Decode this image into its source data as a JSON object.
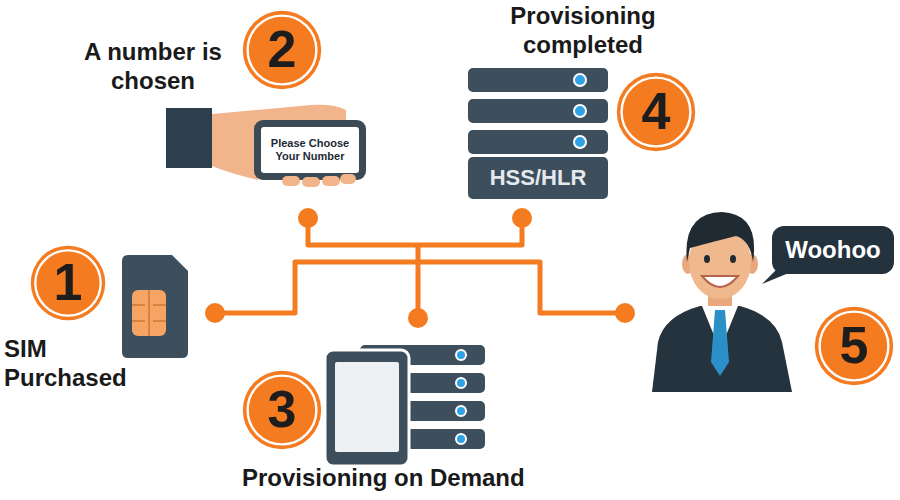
{
  "diagram": {
    "nodes": [
      {
        "text": [
          "1"
        ]
      },
      {
        "text": [
          "2"
        ]
      },
      {
        "text": [
          "Please Choose Your Number"
        ]
      },
      {
        "text": [
          "3"
        ]
      },
      {
        "text": [
          "4"
        ]
      },
      {
        "text": [
          "HSS/HLR"
        ]
      },
      {
        "text": [
          "Woohoo"
        ]
      },
      {
        "text": [
          "5"
        ]
      }
    ],
    "labels": [
      "A number is chosen",
      "Provisioning completed",
      "SIM Purchased",
      "Provisioning on Demand"
    ]
  }
}
